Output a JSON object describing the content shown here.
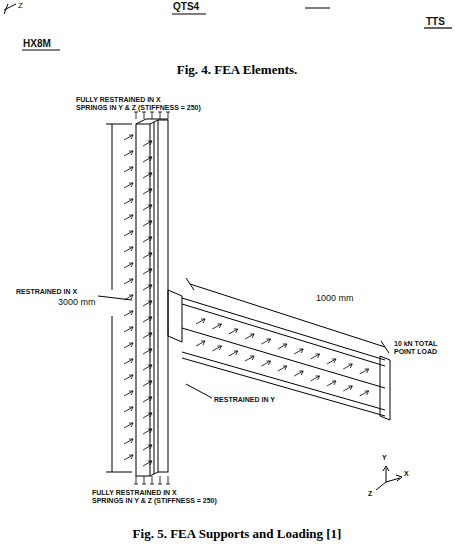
{
  "diagram": {
    "caption": "Fig. 5. FEA Supports and Loading [1]",
    "labels": [
      "Z",
      "QTS4",
      "TTS",
      "HX8M",
      "Fig. 4. FEA Elements.",
      "FULLY RESTRAINED IN X",
      "SPRINGS IN Y & Z (STIFFNESS = 250)",
      "RESTRAINED IN X",
      "3000 mm",
      "1000 mm",
      "10 kN TOTAL POINT LOAD",
      "RESTRAINED IN Y",
      "FULLY RESTRAINED IN X",
      "SPRINGS IN Y & Z (STIFFNESS = 250)",
      "Y",
      "X",
      "Z"
    ]
  }
}
